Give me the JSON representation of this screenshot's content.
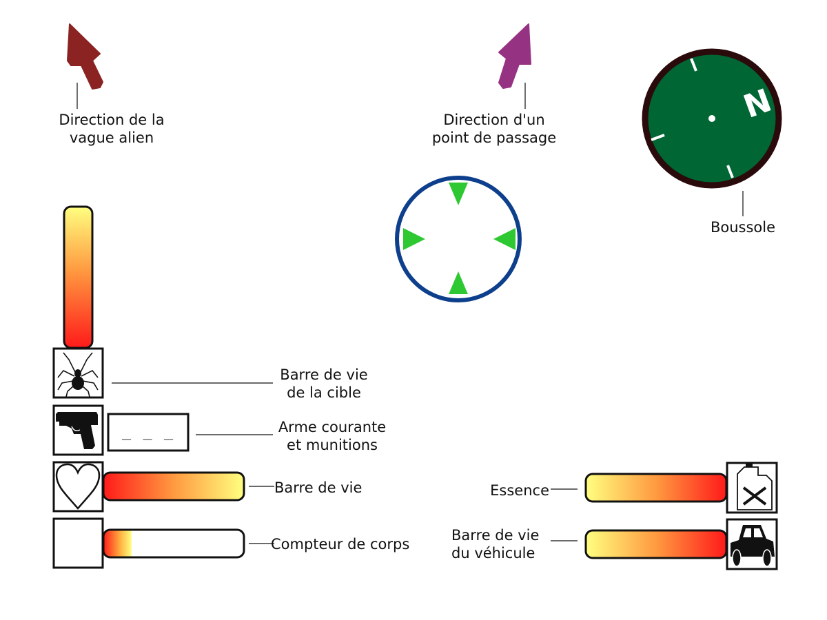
{
  "labels": {
    "alien_wave_direction": [
      "Direction de la",
      "vague alien"
    ],
    "waypoint_direction": [
      "Direction d'un",
      "point de passage"
    ],
    "compass": "Boussole",
    "target_health": [
      "Barre de vie",
      "de la cible"
    ],
    "weapon_ammo": [
      "Arme courante",
      "et munitions"
    ],
    "health": "Barre de vie",
    "body_count": "Compteur de corps",
    "fuel": "Essence",
    "vehicle_health": [
      "Barre de vie",
      "du véhicule"
    ]
  },
  "ammo_display": "_ _ _",
  "compass_letter": "N",
  "bars": {
    "target_health_fill": 1.0,
    "health_fill": 1.0,
    "body_count_fill": 0.2,
    "fuel_fill": 1.0,
    "vehicle_health_fill": 1.0
  },
  "icons": {
    "alien_arrow": "arrow-icon",
    "waypoint_arrow": "arrow-icon",
    "target": "spider-icon",
    "weapon": "pistol-icon",
    "health": "heart-icon",
    "fuel": "jerrycan-icon",
    "vehicle": "car-icon"
  },
  "colors": {
    "alien_arrow": "#8b2323",
    "waypoint_arrow": "#963282",
    "compass_face": "#006633",
    "compass_rim": "#2a0a0a",
    "crosshair_ring": "#0d3f8c",
    "crosshair_marks": "#2ec832",
    "bar_red": "#ff1a1a",
    "bar_yellow": "#ffff80"
  }
}
